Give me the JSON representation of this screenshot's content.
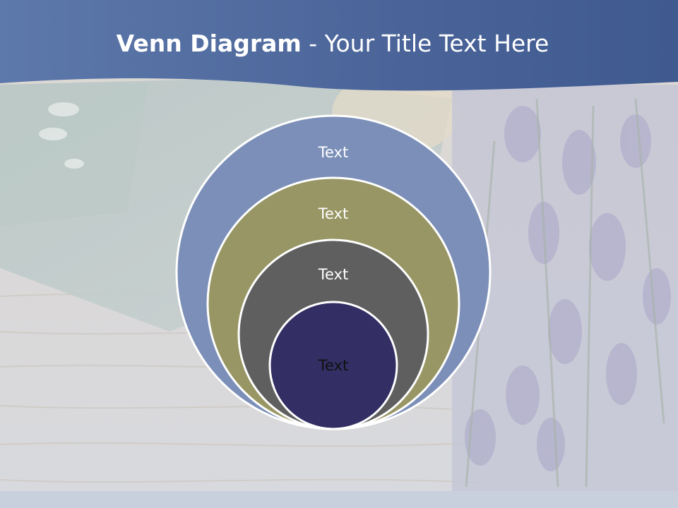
{
  "slide": {
    "title_bold": "Venn Diagram",
    "title_rest": " - Your Title Text Here"
  },
  "diagram": {
    "circles": [
      {
        "label": "Text",
        "fill": "#7b8fb8",
        "text_color": "#ffffff"
      },
      {
        "label": "Text",
        "fill": "#989664",
        "text_color": "#ffffff"
      },
      {
        "label": "Text",
        "fill": "#5f5f5f",
        "text_color": "#ffffff"
      },
      {
        "label": "Text",
        "fill": "#332e63",
        "text_color": "#111111"
      }
    ]
  },
  "colors": {
    "title_band": "#4a6499",
    "title_text": "#ffffff",
    "circle_outline": "#ffffff",
    "footer_band": "#c8d0de"
  }
}
